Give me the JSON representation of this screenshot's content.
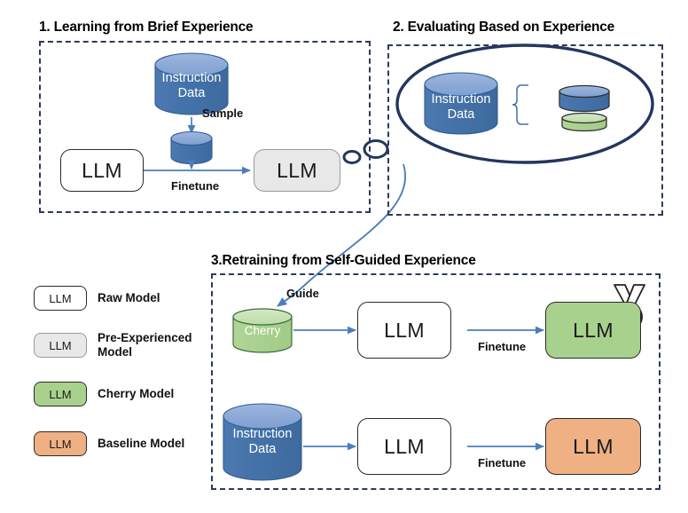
{
  "figure": {
    "title": "Cherry LLM self-guided instruction tuning pipeline",
    "colors": {
      "cyl_blue_body": "#4472a8",
      "cyl_blue_top": "#8faad4",
      "cyl_green_body": "#a9d18e",
      "cyl_green_top": "#c6e0b4",
      "arrow_blue": "#4a7ebb",
      "frame_navy": "#2c3a5c",
      "box_gray": "#e8e8e8",
      "box_cherry_green": "#a9d18e",
      "box_baseline_orange": "#efb183"
    }
  },
  "panels": [
    {
      "id": "panel-1",
      "title": "1. Learning from Brief Experience",
      "nodes": {
        "instruction_data": "Instruction\nData",
        "sampled_data": "",
        "llm_raw": "LLM",
        "llm_pre": "LLM"
      },
      "edges": [
        {
          "label": "Sample"
        },
        {
          "label": "Finetune"
        }
      ]
    },
    {
      "id": "panel-2",
      "title": "2. Evaluating Based on Experience",
      "nodes": {
        "instruction_data": "Instruction\nData",
        "scored_blue": "",
        "scored_green": ""
      },
      "edges": []
    },
    {
      "id": "panel-3",
      "title": "3.Retraining from Self-Guided Experience",
      "rows": [
        {
          "source": "Cherry",
          "llm": "LLM",
          "result": "LLM",
          "result_kind": "cherry",
          "badge": "medal-icon",
          "in_label": "Guide",
          "out_label": "Finetune"
        },
        {
          "source": "Instruction\nData",
          "llm": "LLM",
          "result": "LLM",
          "result_kind": "baseline",
          "badge": "",
          "in_label": "",
          "out_label": "Finetune"
        }
      ]
    }
  ],
  "legend": {
    "items": [
      {
        "chip": "LLM",
        "label": "Raw Model",
        "kind": "raw"
      },
      {
        "chip": "LLM",
        "label": "Pre-Experienced\nModel",
        "kind": "pre"
      },
      {
        "chip": "LLM",
        "label": "Cherry Model",
        "kind": "cherry"
      },
      {
        "chip": "LLM",
        "label": "Baseline Model",
        "kind": "base"
      }
    ]
  }
}
